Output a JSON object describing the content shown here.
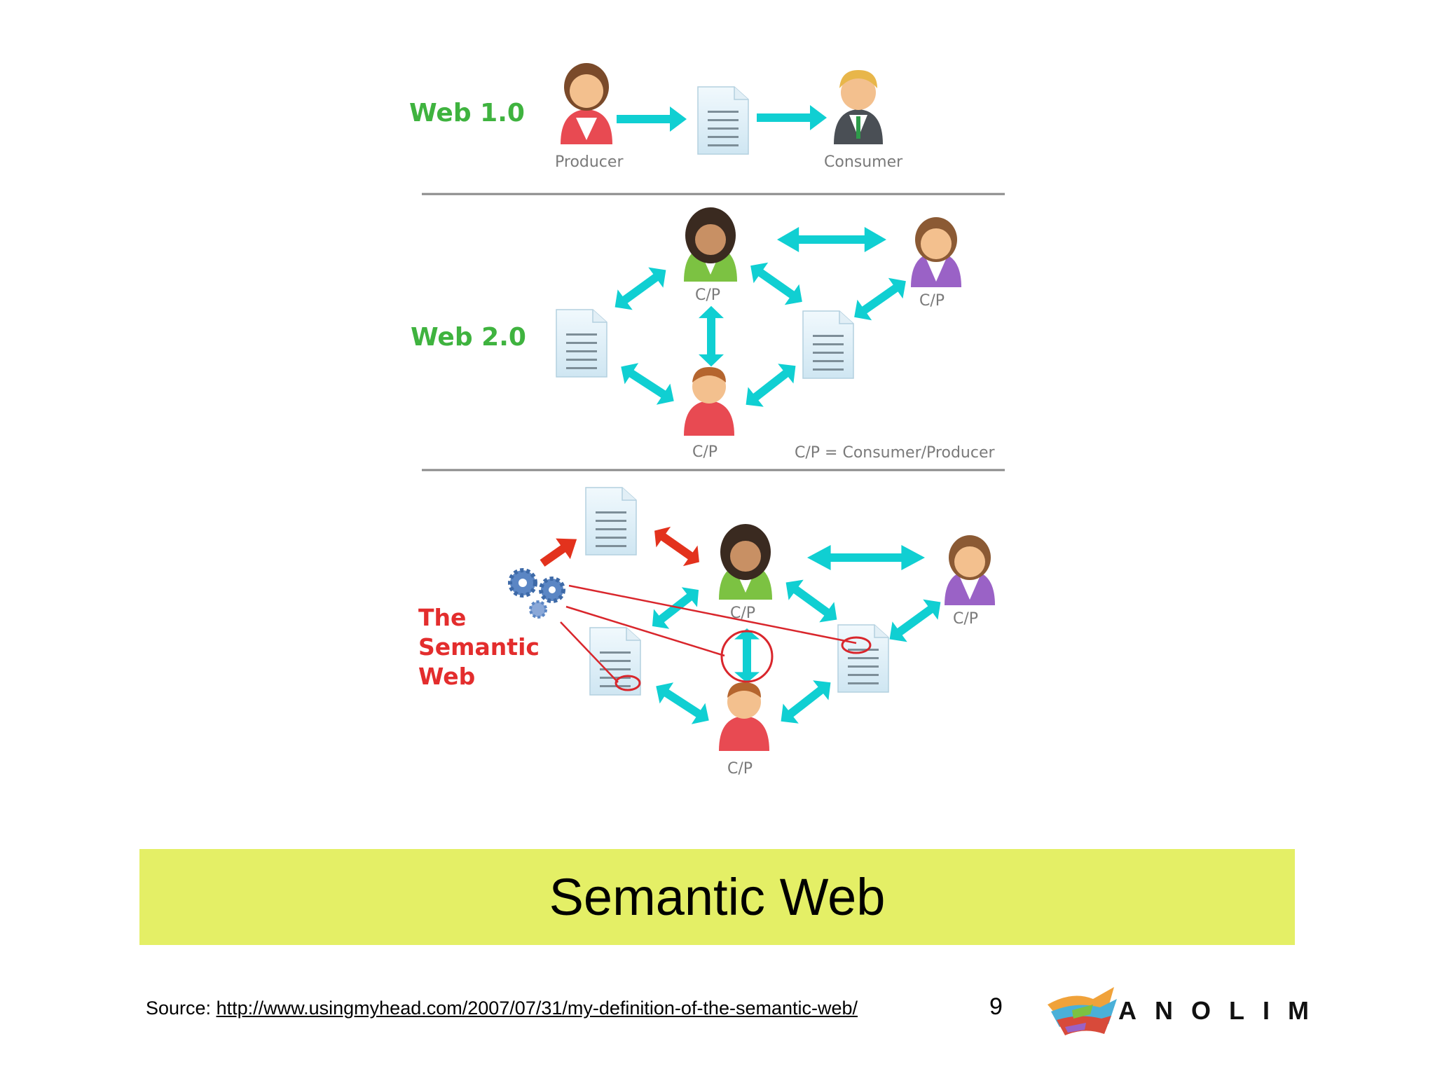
{
  "diagram": {
    "web1": {
      "label": "Web 1.0",
      "producer_label": "Producer",
      "consumer_label": "Consumer"
    },
    "web2": {
      "label": "Web 2.0",
      "cp_label": "C/P",
      "legend": "C/P = Consumer/Producer"
    },
    "semantic": {
      "label_line1": "The",
      "label_line2": "Semantic",
      "label_line3": "Web",
      "cp_label": "C/P"
    },
    "colors": {
      "arrow": "#10cfd2",
      "semantic_arrow": "#e3321d",
      "web_label": "#3fb33f",
      "semantic_label": "#e32d2d",
      "link_line": "#d9262c",
      "divider": "#8a8a8a"
    }
  },
  "banner": {
    "title": "Semantic Web",
    "color": "#e4ef66"
  },
  "footer": {
    "source_prefix": "Source:",
    "source_url": "http://www.usingmyhead.com/2007/07/31/my-definition-of-the-semantic-web/",
    "page_number": "9",
    "logo_text": "ANOLIM"
  }
}
